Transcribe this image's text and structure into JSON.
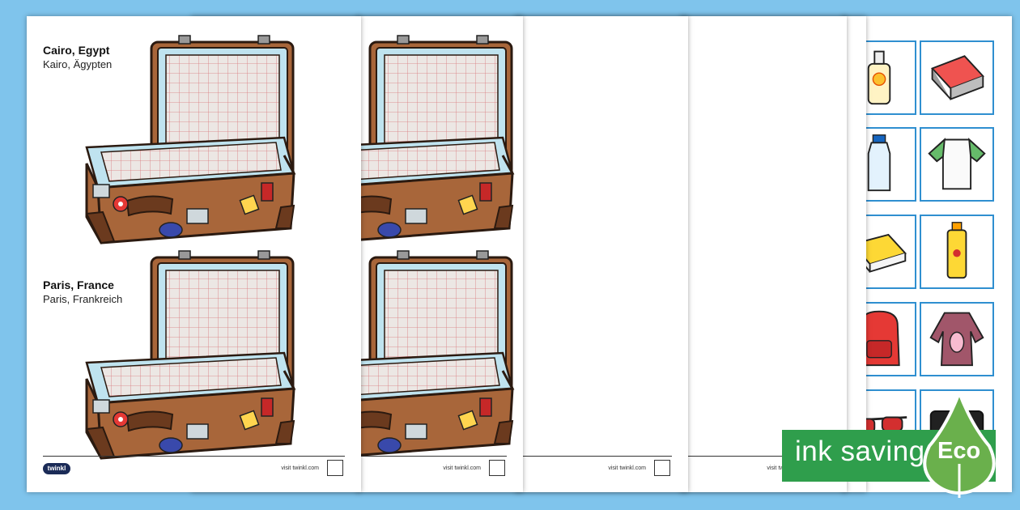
{
  "sheet1": {
    "city1": {
      "en": "Cairo, Egypt",
      "de": "Kairo, Ägypten"
    },
    "city2": {
      "en": "Paris, France",
      "de": "Paris, Frankreich"
    },
    "logo": "twinkl",
    "visit": "visit twinkl.com"
  },
  "sheet_visit": "visit twinkl.com",
  "eco_banner": {
    "text": "ink saving",
    "badge": "Eco"
  },
  "colors": {
    "background": "#7fc4ec",
    "card_border": "#2f8fd0",
    "eco_green": "#2f9e4c",
    "suitcase_brown": "#a8663a"
  },
  "icons": [
    "suitcase-icon",
    "book-icon",
    "wool-hat-icon",
    "sun-cream-icon",
    "magazines-icon",
    "socks-icon",
    "jeans-icon",
    "water-bottle-icon",
    "t-shirt-icon",
    "ushanka-hat-icon",
    "flip-flops-icon",
    "guide-book-icon",
    "insect-spray-icon",
    "sun-hat-icon",
    "gloves-icon",
    "backpack-icon",
    "sweater-icon",
    "jumper-icon",
    "camera-icon",
    "sunglasses-icon",
    "eco-drop-icon"
  ]
}
